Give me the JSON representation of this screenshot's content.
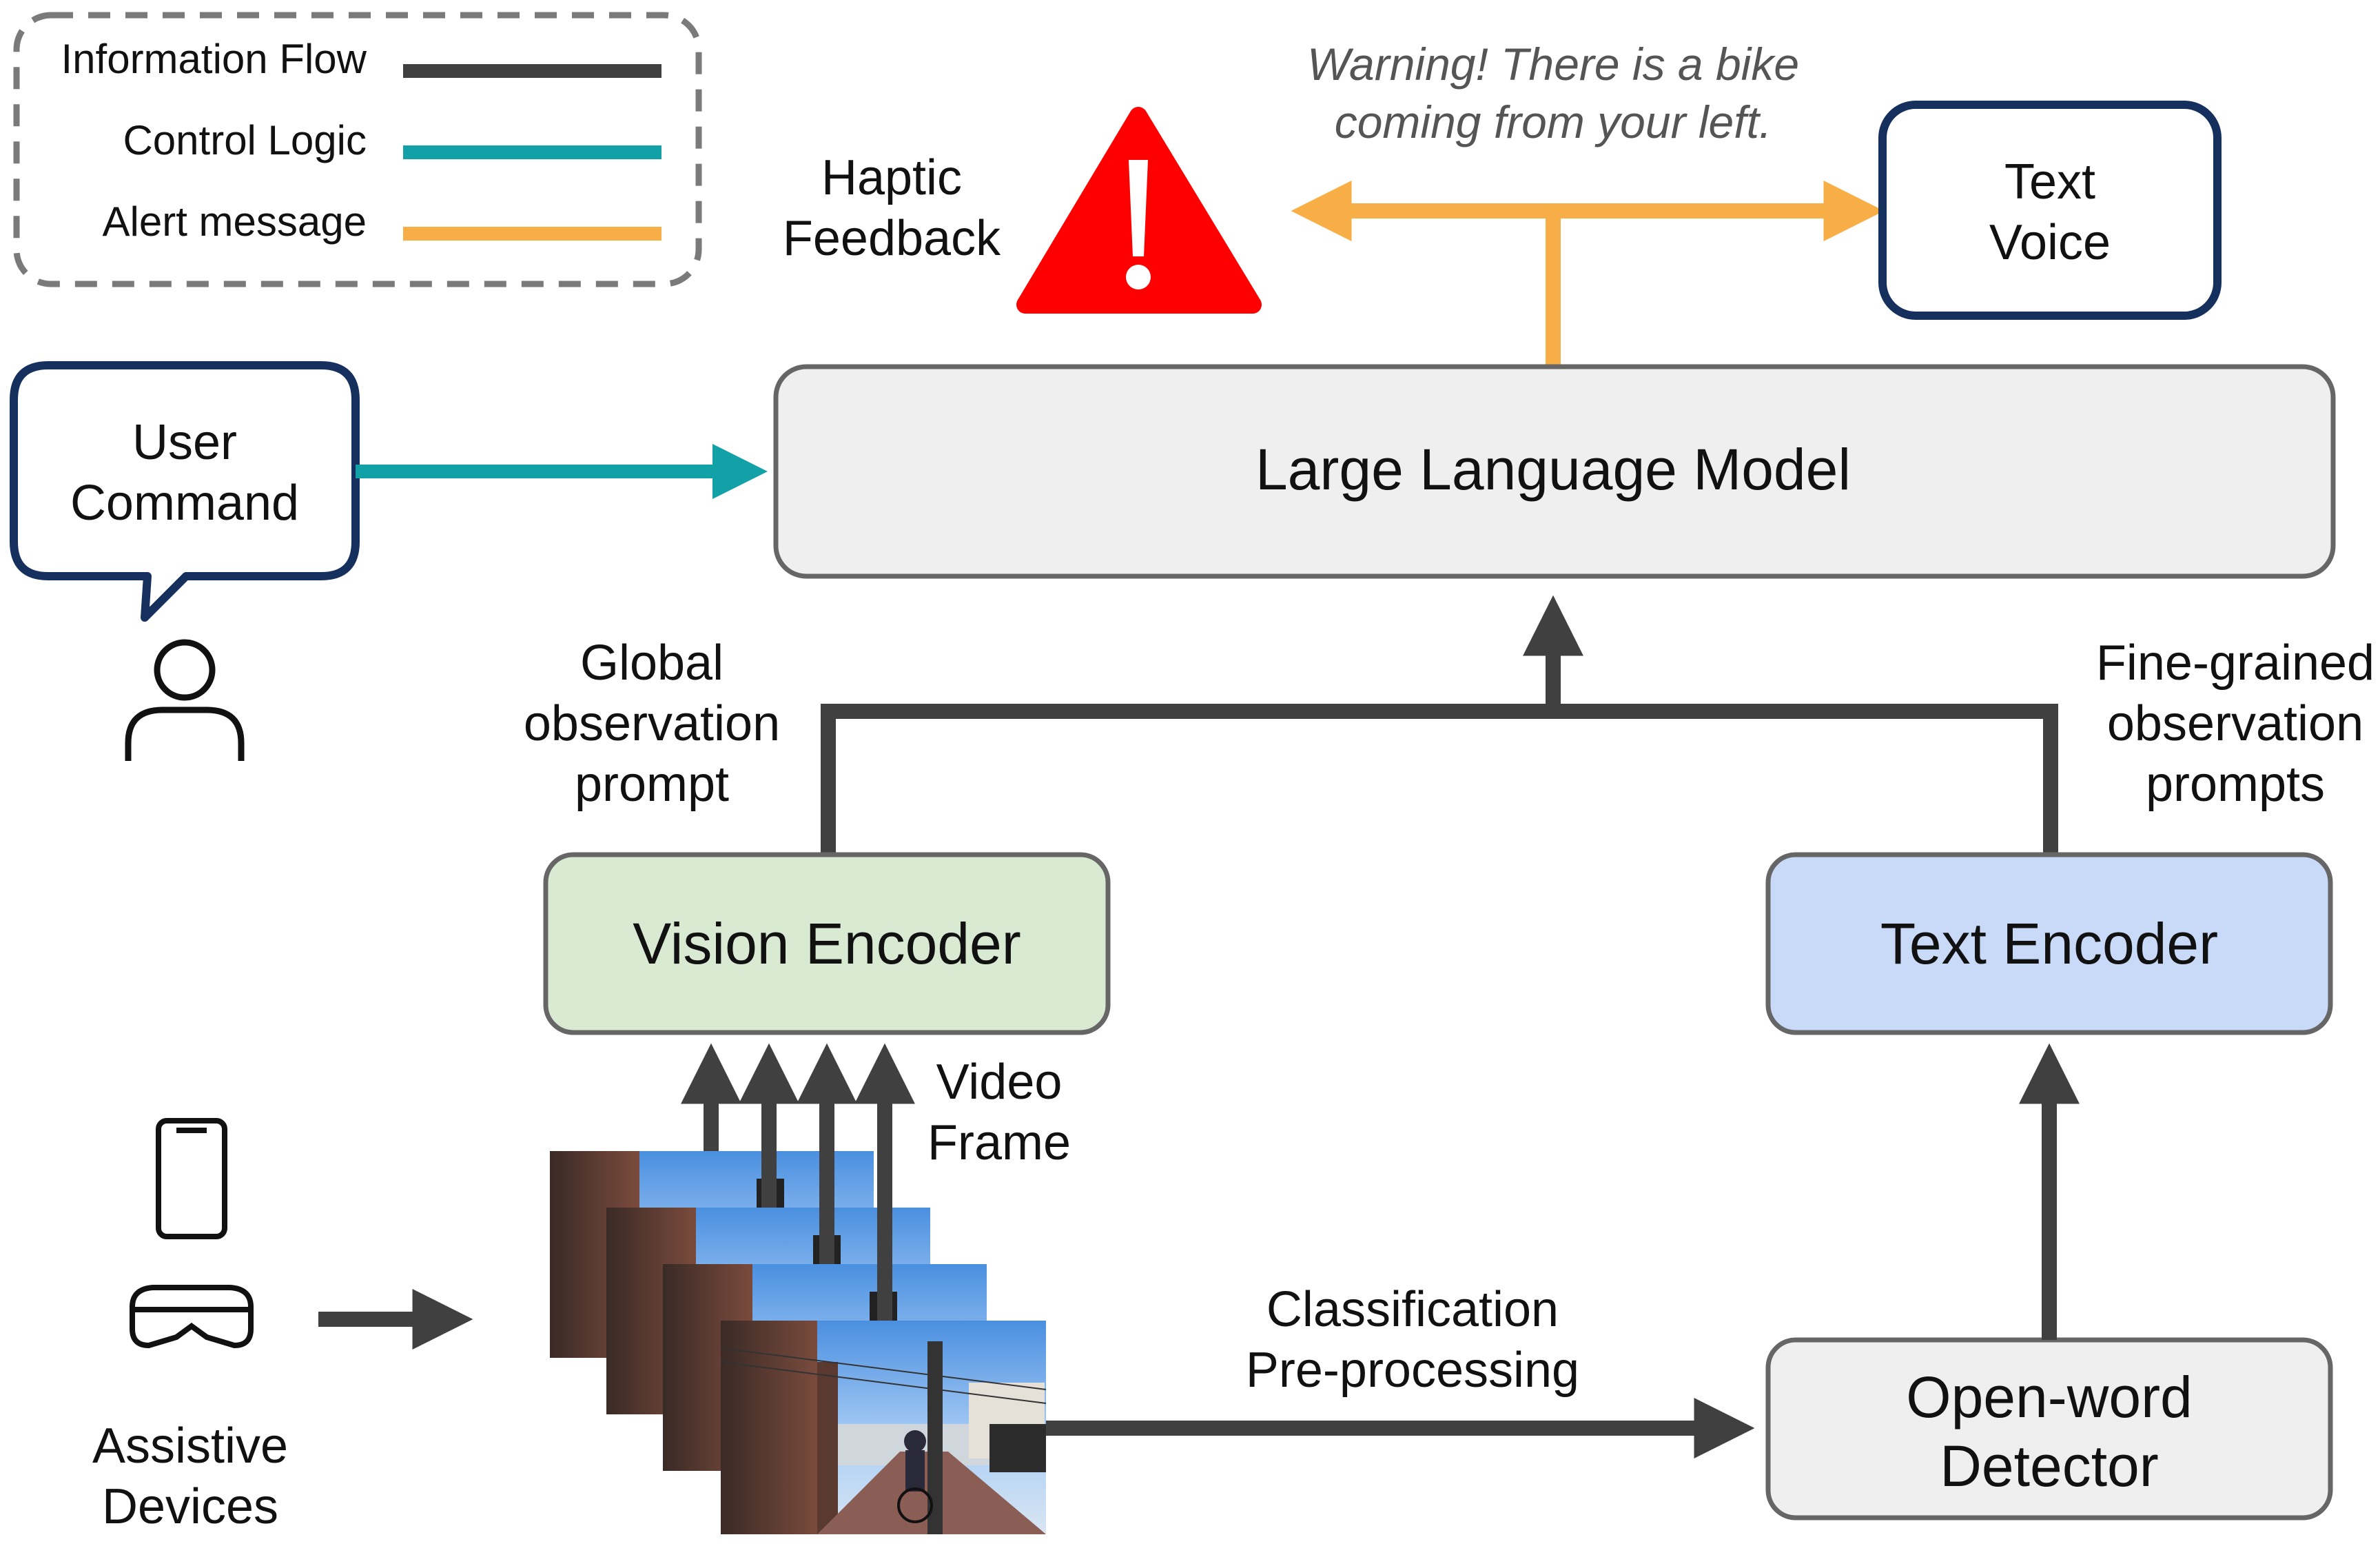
{
  "legend": {
    "items": [
      {
        "label": "Information Flow",
        "color": "#404040"
      },
      {
        "label": "Control Logic",
        "color": "#13a1a8"
      },
      {
        "label": "Alert message",
        "color": "#f7ae47"
      }
    ]
  },
  "alert": {
    "warning_line1": "Warning! There is a bike",
    "warning_line2": "coming from your left.",
    "haptic_line1": "Haptic",
    "haptic_line2": "Feedback",
    "text_voice_line1": "Text",
    "text_voice_line2": "Voice"
  },
  "user": {
    "command_line1": "User",
    "command_line2": "Command"
  },
  "llm": {
    "label": "Large Language Model"
  },
  "global_prompt": {
    "line1": "Global",
    "line2": "observation",
    "line3": "prompt"
  },
  "fine_prompt": {
    "line1": "Fine-grained",
    "line2": "observation",
    "line3": "prompts"
  },
  "vision_encoder": {
    "label": "Vision Encoder"
  },
  "text_encoder": {
    "label": "Text Encoder"
  },
  "video_frame": {
    "line1": "Video",
    "line2": "Frame"
  },
  "devices": {
    "line1": "Assistive",
    "line2": "Devices"
  },
  "classification": {
    "line1": "Classification",
    "line2": "Pre-processing"
  },
  "detector": {
    "line1": "Open-word",
    "line2": "Detector"
  },
  "colors": {
    "info": "#404040",
    "control": "#13a1a8",
    "alert": "#f7ae47",
    "navy": "#16305e",
    "llm_fill": "#efefef",
    "vision_fill": "#d9ead3",
    "text_enc_fill": "#c9daf8",
    "detector_fill": "#efefef",
    "warning_red": "#ff0000"
  }
}
